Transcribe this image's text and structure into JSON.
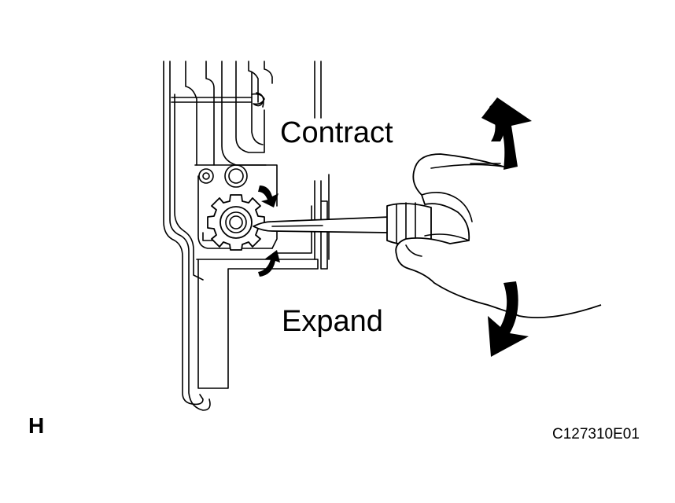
{
  "labels": {
    "contract": "Contract",
    "expand": "Expand",
    "view": "H",
    "figure_code": "C127310E01"
  },
  "colors": {
    "line": "#000000",
    "background": "#ffffff"
  }
}
